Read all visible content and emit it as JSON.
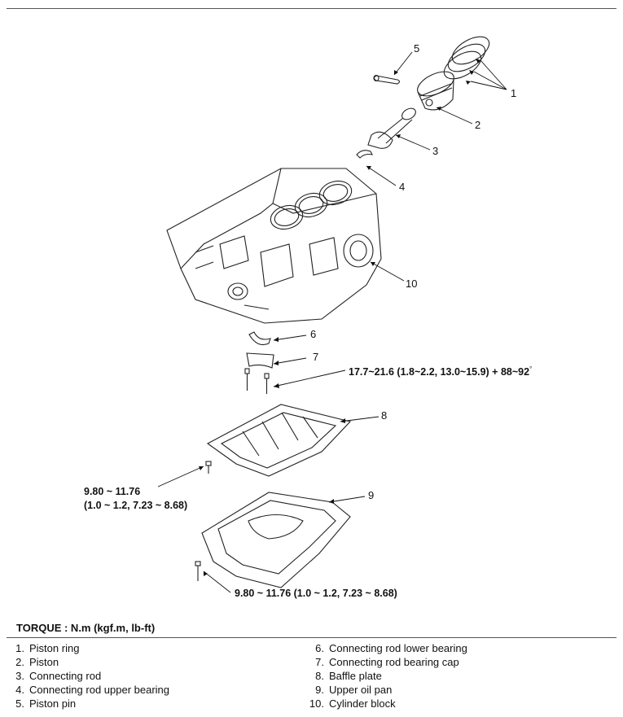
{
  "callouts": {
    "c1": "1",
    "c2": "2",
    "c3": "3",
    "c4": "4",
    "c5": "5",
    "c6": "6",
    "c7": "7",
    "c8": "8",
    "c9": "9",
    "c10": "10"
  },
  "specs": {
    "bearing_cap_bolt": "17.7~21.6 (1.8~2.2, 13.0~15.9) + 88~92",
    "degree": "°",
    "baffle_line1": "9.80 ~ 11.76",
    "baffle_line2": "(1.0 ~ 1.2, 7.23 ~ 8.68)",
    "oil_pan": "9.80 ~ 11.76 (1.0 ~ 1.2, 7.23 ~ 8.68)"
  },
  "torque_title": "TORQUE : N.m (kgf.m, lb-ft)",
  "legend": {
    "left": [
      {
        "num": "1.",
        "label": "Piston ring"
      },
      {
        "num": "2.",
        "label": "Piston"
      },
      {
        "num": "3.",
        "label": "Connecting rod"
      },
      {
        "num": "4.",
        "label": "Connecting rod upper bearing"
      },
      {
        "num": "5.",
        "label": "Piston pin"
      }
    ],
    "right": [
      {
        "num": "6.",
        "label": "Connecting rod lower bearing"
      },
      {
        "num": "7.",
        "label": "Connecting rod bearing cap"
      },
      {
        "num": "8.",
        "label": "Baffle plate"
      },
      {
        "num": "9.",
        "label": "Upper oil pan"
      },
      {
        "num": "10.",
        "label": "Cylinder block"
      }
    ]
  }
}
